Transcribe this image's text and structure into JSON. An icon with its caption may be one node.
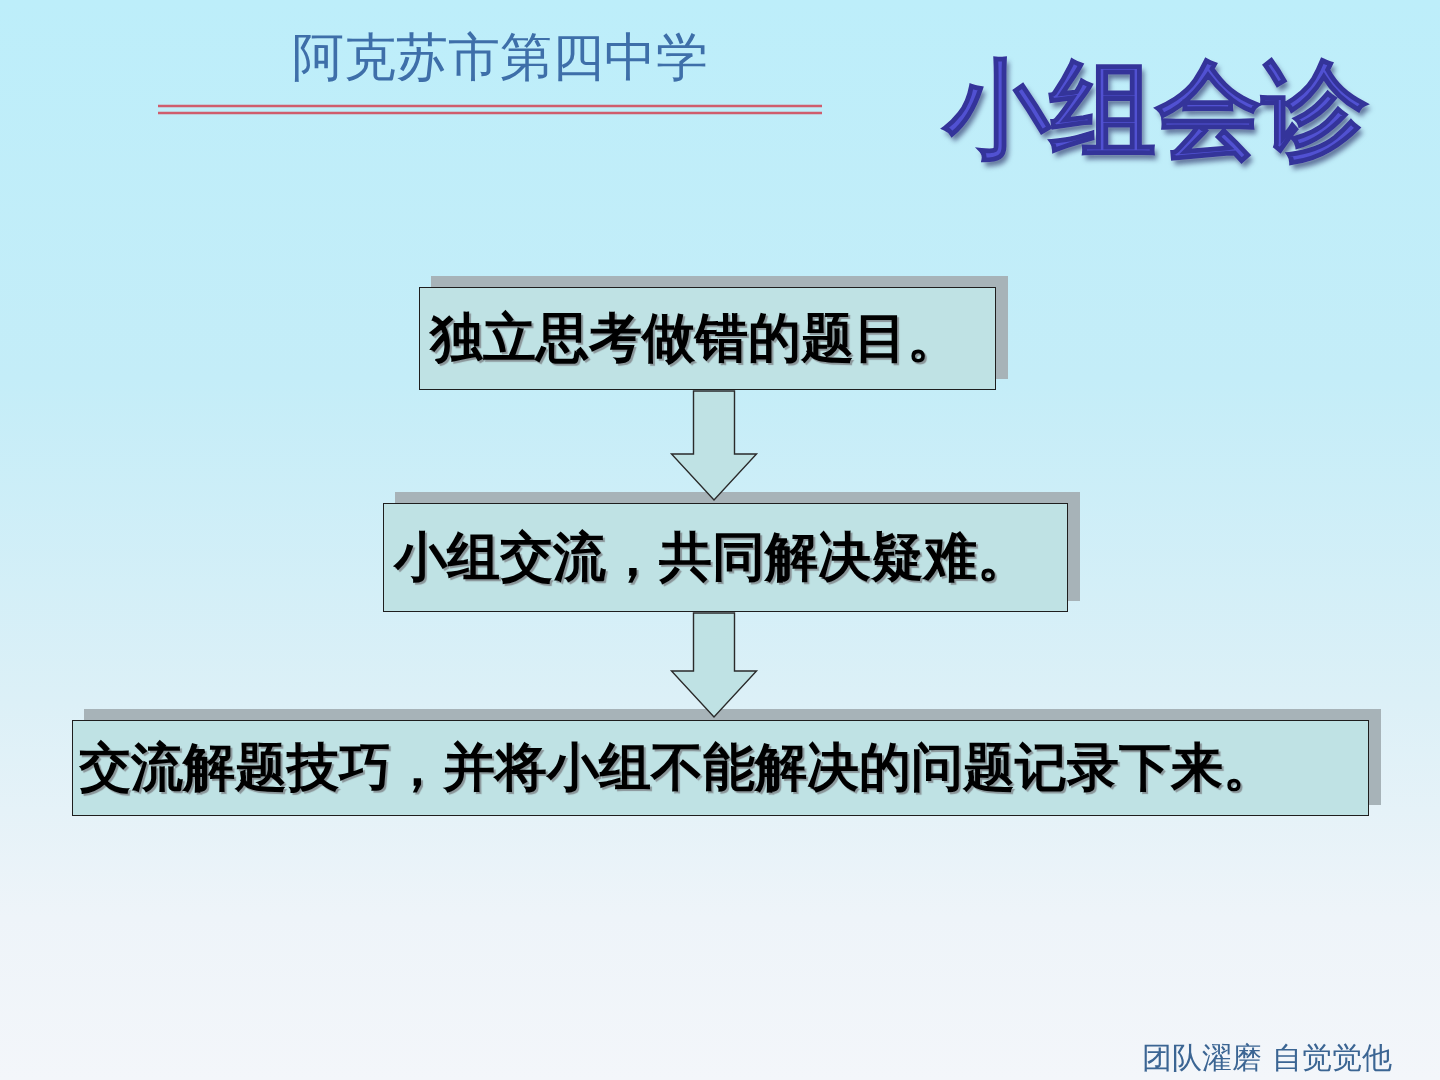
{
  "diagram": {
    "title": "小组会诊",
    "nodes": [
      {
        "text": [
          "独立思考做错的题目。"
        ]
      },
      {
        "text": [
          "小组交流，共同解决疑难。"
        ]
      },
      {
        "text": [
          "交流解题技巧，并将小组不能解决的问题记录下来。"
        ]
      }
    ],
    "edges": [
      {
        "from": 0,
        "to": 1,
        "arrow": "to"
      },
      {
        "from": 1,
        "to": 2,
        "arrow": "to"
      }
    ],
    "labels": [
      "阿克苏市第四中学",
      "团队濯磨 自觉觉他"
    ]
  }
}
